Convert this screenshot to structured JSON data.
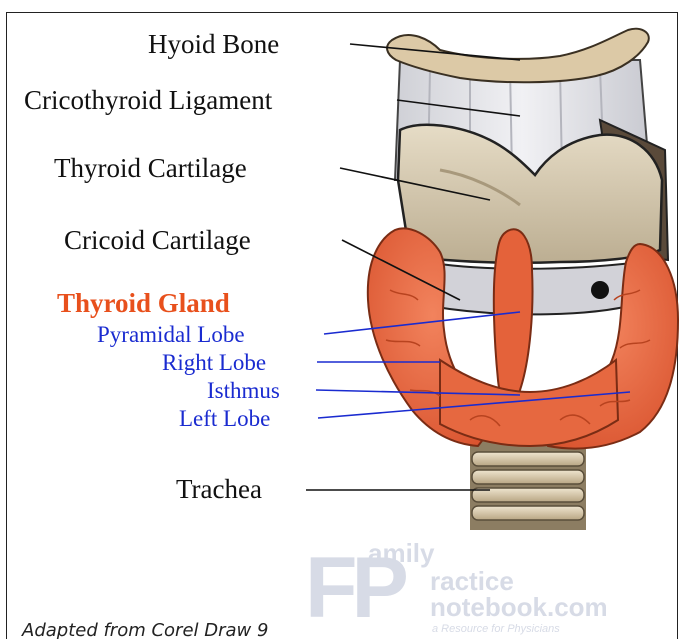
{
  "labels": {
    "hyoid_bone": "Hyoid Bone",
    "cricothyroid_ligament": "Cricothyroid Ligament",
    "thyroid_cartilage": "Thyroid Cartilage",
    "cricoid_cartilage": "Cricoid Cartilage",
    "thyroid_gland": "Thyroid Gland",
    "pyramidal_lobe": "Pyramidal Lobe",
    "right_lobe": "Right Lobe",
    "isthmus": "Isthmus",
    "left_lobe": "Left Lobe",
    "trachea": "Trachea"
  },
  "credit": "Adapted from Corel Draw 9",
  "watermark": {
    "big_letters": "FP",
    "line1": "amily",
    "line2": "ractice",
    "line3": "notebook.com",
    "tagline": "a Resource for Physicians"
  },
  "colors": {
    "label_black": "#111111",
    "label_blue": "#1a2bd0",
    "gland_orange": "#e8501c",
    "gland_fill": "#ec6a44",
    "cartilage": "#d8cbb2",
    "ligament": "#e4e4e8",
    "trachea_ring": "#d6c7a8"
  }
}
